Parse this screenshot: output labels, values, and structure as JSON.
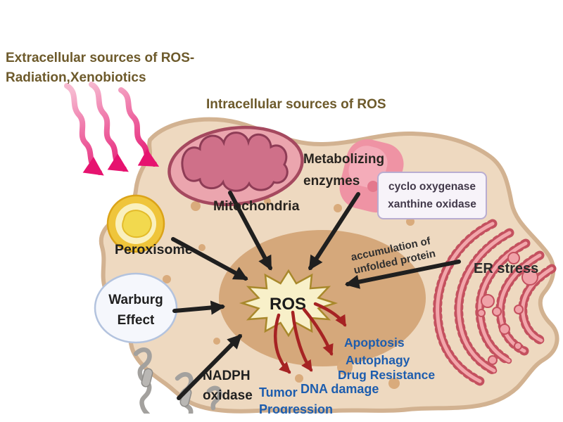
{
  "diagram": {
    "extracellular": {
      "line1": "Extracellular sources of ROS-",
      "line2": "Radiation,Xenobiotics"
    },
    "intracellular": "Intracellular sources of ROS",
    "organelles": {
      "mitochondria": "Mitochondria",
      "peroxisome": "Peroxisome",
      "metabolizing": {
        "line1": "Metabolizing",
        "line2": "enzymes"
      },
      "enzyme_box": {
        "line1": "cyclo oxygenase",
        "line2": "xanthine oxidase"
      },
      "warburg": {
        "line1": "Warburg",
        "line2": "Effect"
      },
      "nadph": {
        "line1": "NADPH",
        "line2": "oxidase"
      },
      "er_stress": "ER stress"
    },
    "center": {
      "ros": "ROS"
    },
    "er_note": {
      "line1": "accumulation of",
      "line2": "unfolded protein"
    },
    "outcomes": {
      "apoptosis": "Apoptosis",
      "autophagy": "Autophagy",
      "drug_resistance": "Drug Resistance",
      "dna_damage": "DNA damage",
      "tumor_line1": "Tumor",
      "tumor_line2": "Progression"
    },
    "colors": {
      "heading_brown": "#6d5a2b",
      "label_dark": "#28241f",
      "outcome_blue": "#1d5dae",
      "cell_fill": "#eed9c0",
      "cell_border": "#d2b291",
      "nucleus_tan": "#d5a87b",
      "ros_fill": "#f8f0c9",
      "ros_border": "#a8882b",
      "black_arrow": "#1f1f1f",
      "red_arrow": "#a62323",
      "pink_radiation": "#e6136f",
      "mitochondria_outer": "#eba5ae",
      "mitochondria_inner": "#cf7089",
      "peroxisome_gold": "#efc53b",
      "er_pink": "#f2a6ab",
      "er_outline": "#c4515f",
      "enzyme_blob_pink": "#ef93a4",
      "protein_gray": "#a3a19e"
    }
  }
}
